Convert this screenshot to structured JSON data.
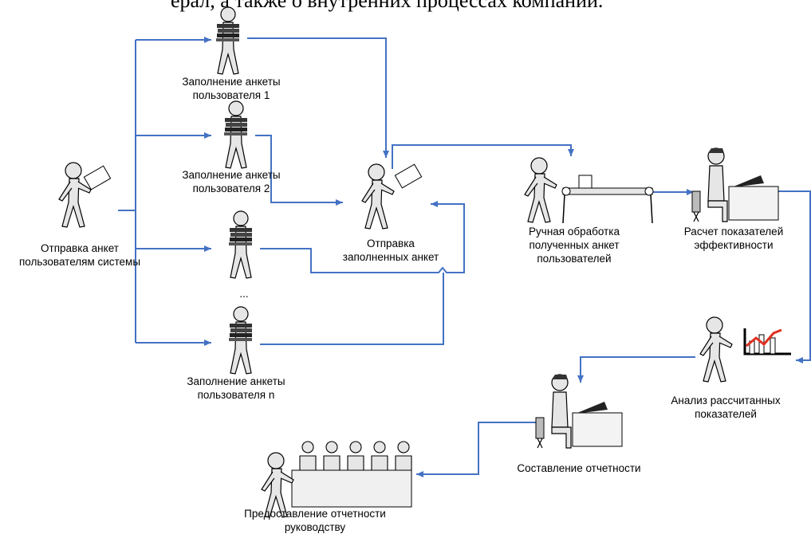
{
  "header_text": "ерал, а также о внутренних процессах компании.",
  "nodes": {
    "send_forms": "Отправка анкет\nпользователям системы",
    "fill_1": "Заполнение анкеты\nпользователя 1",
    "fill_2": "Заполнение анкеты\nпользователя 2",
    "ellipsis": "...",
    "fill_n": "Заполнение анкеты\nпользователя n",
    "send_filled": "Отправка\nзаполненных анкет",
    "manual_processing": "Ручная обработка\nполученных анкет\nпользователей",
    "calc_kpi": "Расчет показателей\nэффективности",
    "analysis": "Анализ рассчитанных\nпоказателей",
    "reporting": "Составление отчетности",
    "report_mgmt": "Предоставление отчетности\nруководству"
  },
  "colors": {
    "arrow": "#4472c4",
    "figure_fill": "#e6e6e6",
    "figure_stroke": "#000000",
    "chart_line": "#e03020"
  }
}
